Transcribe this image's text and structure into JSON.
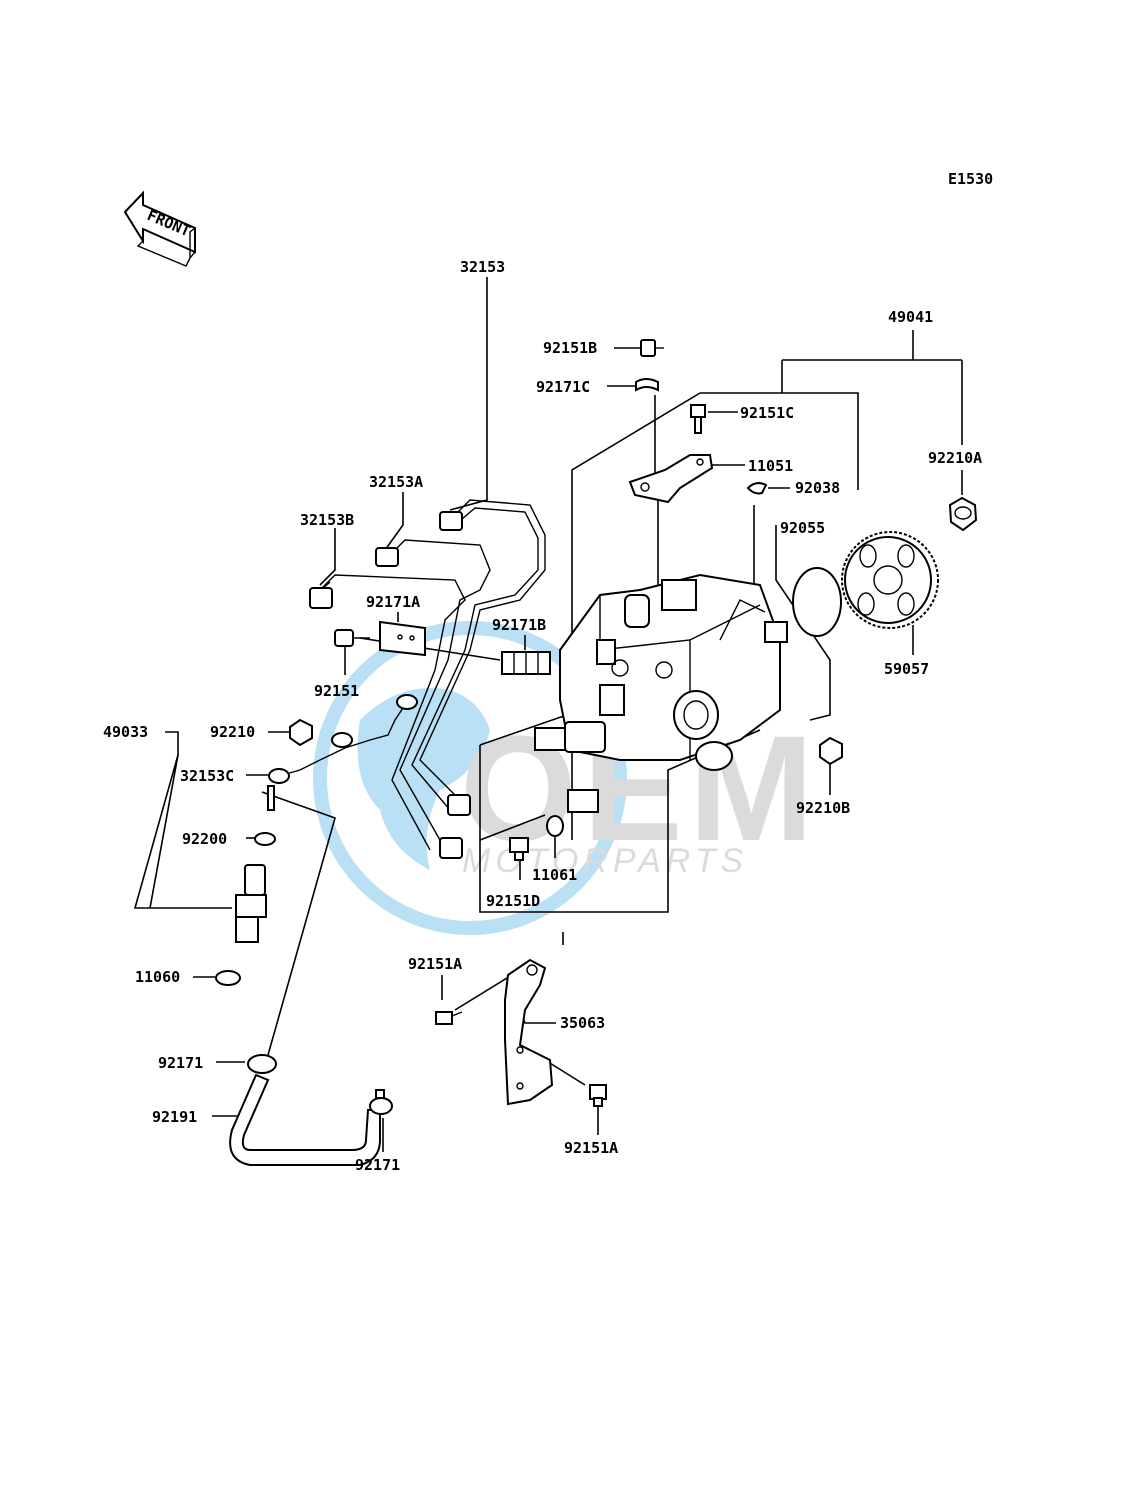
{
  "diagram_code": "E1530",
  "front_label": "FRONT",
  "watermark": {
    "brand": "OEM",
    "sub": "MOTORPARTS"
  },
  "labels": {
    "p49041": "49041",
    "p92151B": "92151B",
    "p92171C": "92171C",
    "p92151C": "92151C",
    "p11051": "11051",
    "p92038": "92038",
    "p92210A": "92210A",
    "p92055": "92055",
    "p59057": "59057",
    "p32153": "32153",
    "p32153A": "32153A",
    "p32153B": "32153B",
    "p92171A": "92171A",
    "p92171B": "92171B",
    "p92151": "92151",
    "p49033": "49033",
    "p92210": "92210",
    "p32153C": "32153C",
    "p92200": "92200",
    "p11060": "11060",
    "p92210B": "92210B",
    "p11061": "11061",
    "p92151D": "92151D",
    "p92151A_top": "92151A",
    "p35063": "35063",
    "p92151A_bot": "92151A",
    "p92171_left": "92171",
    "p92191": "92191",
    "p92171_bot": "92171"
  }
}
